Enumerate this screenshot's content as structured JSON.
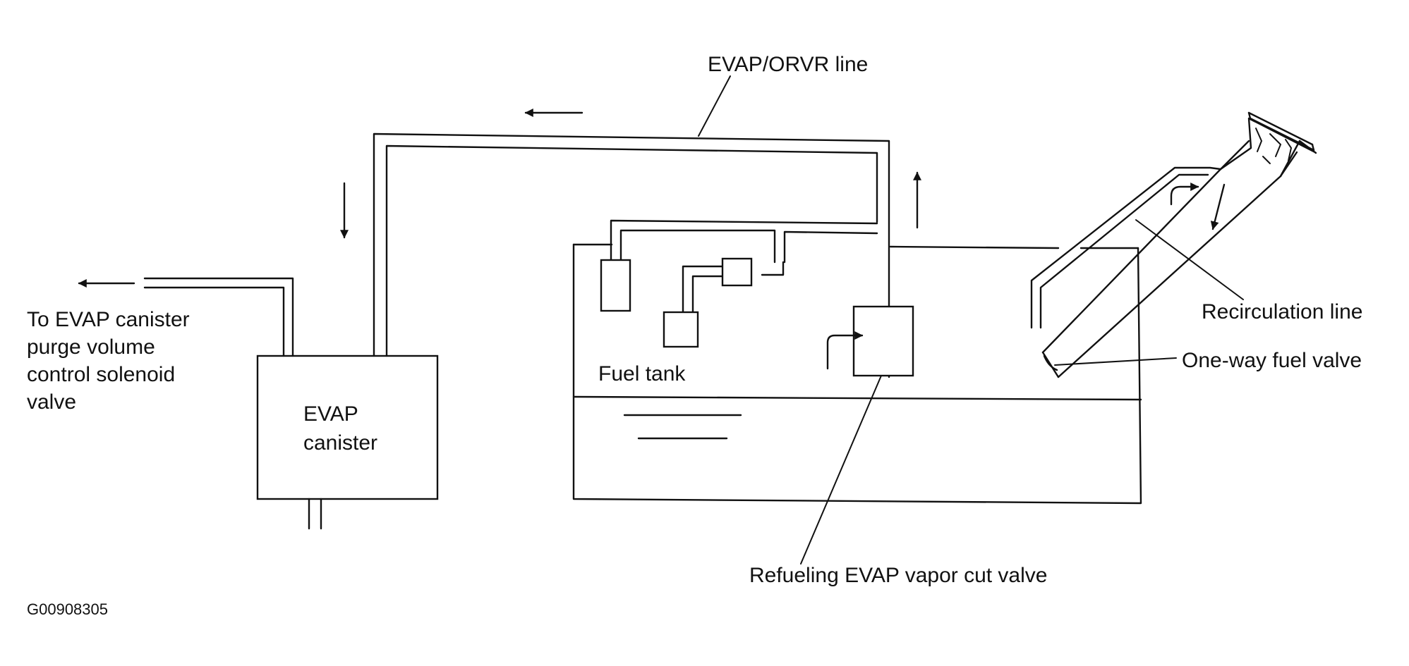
{
  "labels": {
    "evap_orvr_line": "EVAP/ORVR line",
    "to_purge_line1": "To EVAP canister",
    "to_purge_line2": "purge volume",
    "to_purge_line3": "control solenoid",
    "to_purge_line4": "valve",
    "canister_line1": "EVAP",
    "canister_line2": "canister",
    "fuel_tank": "Fuel tank",
    "recirculation_line": "Recirculation line",
    "one_way_fuel_valve": "One-way fuel valve",
    "refueling_cut_valve": "Refueling EVAP vapor cut valve"
  },
  "figure_code": "G00908305",
  "colors": {
    "line": "#111111",
    "background": "#ffffff"
  }
}
